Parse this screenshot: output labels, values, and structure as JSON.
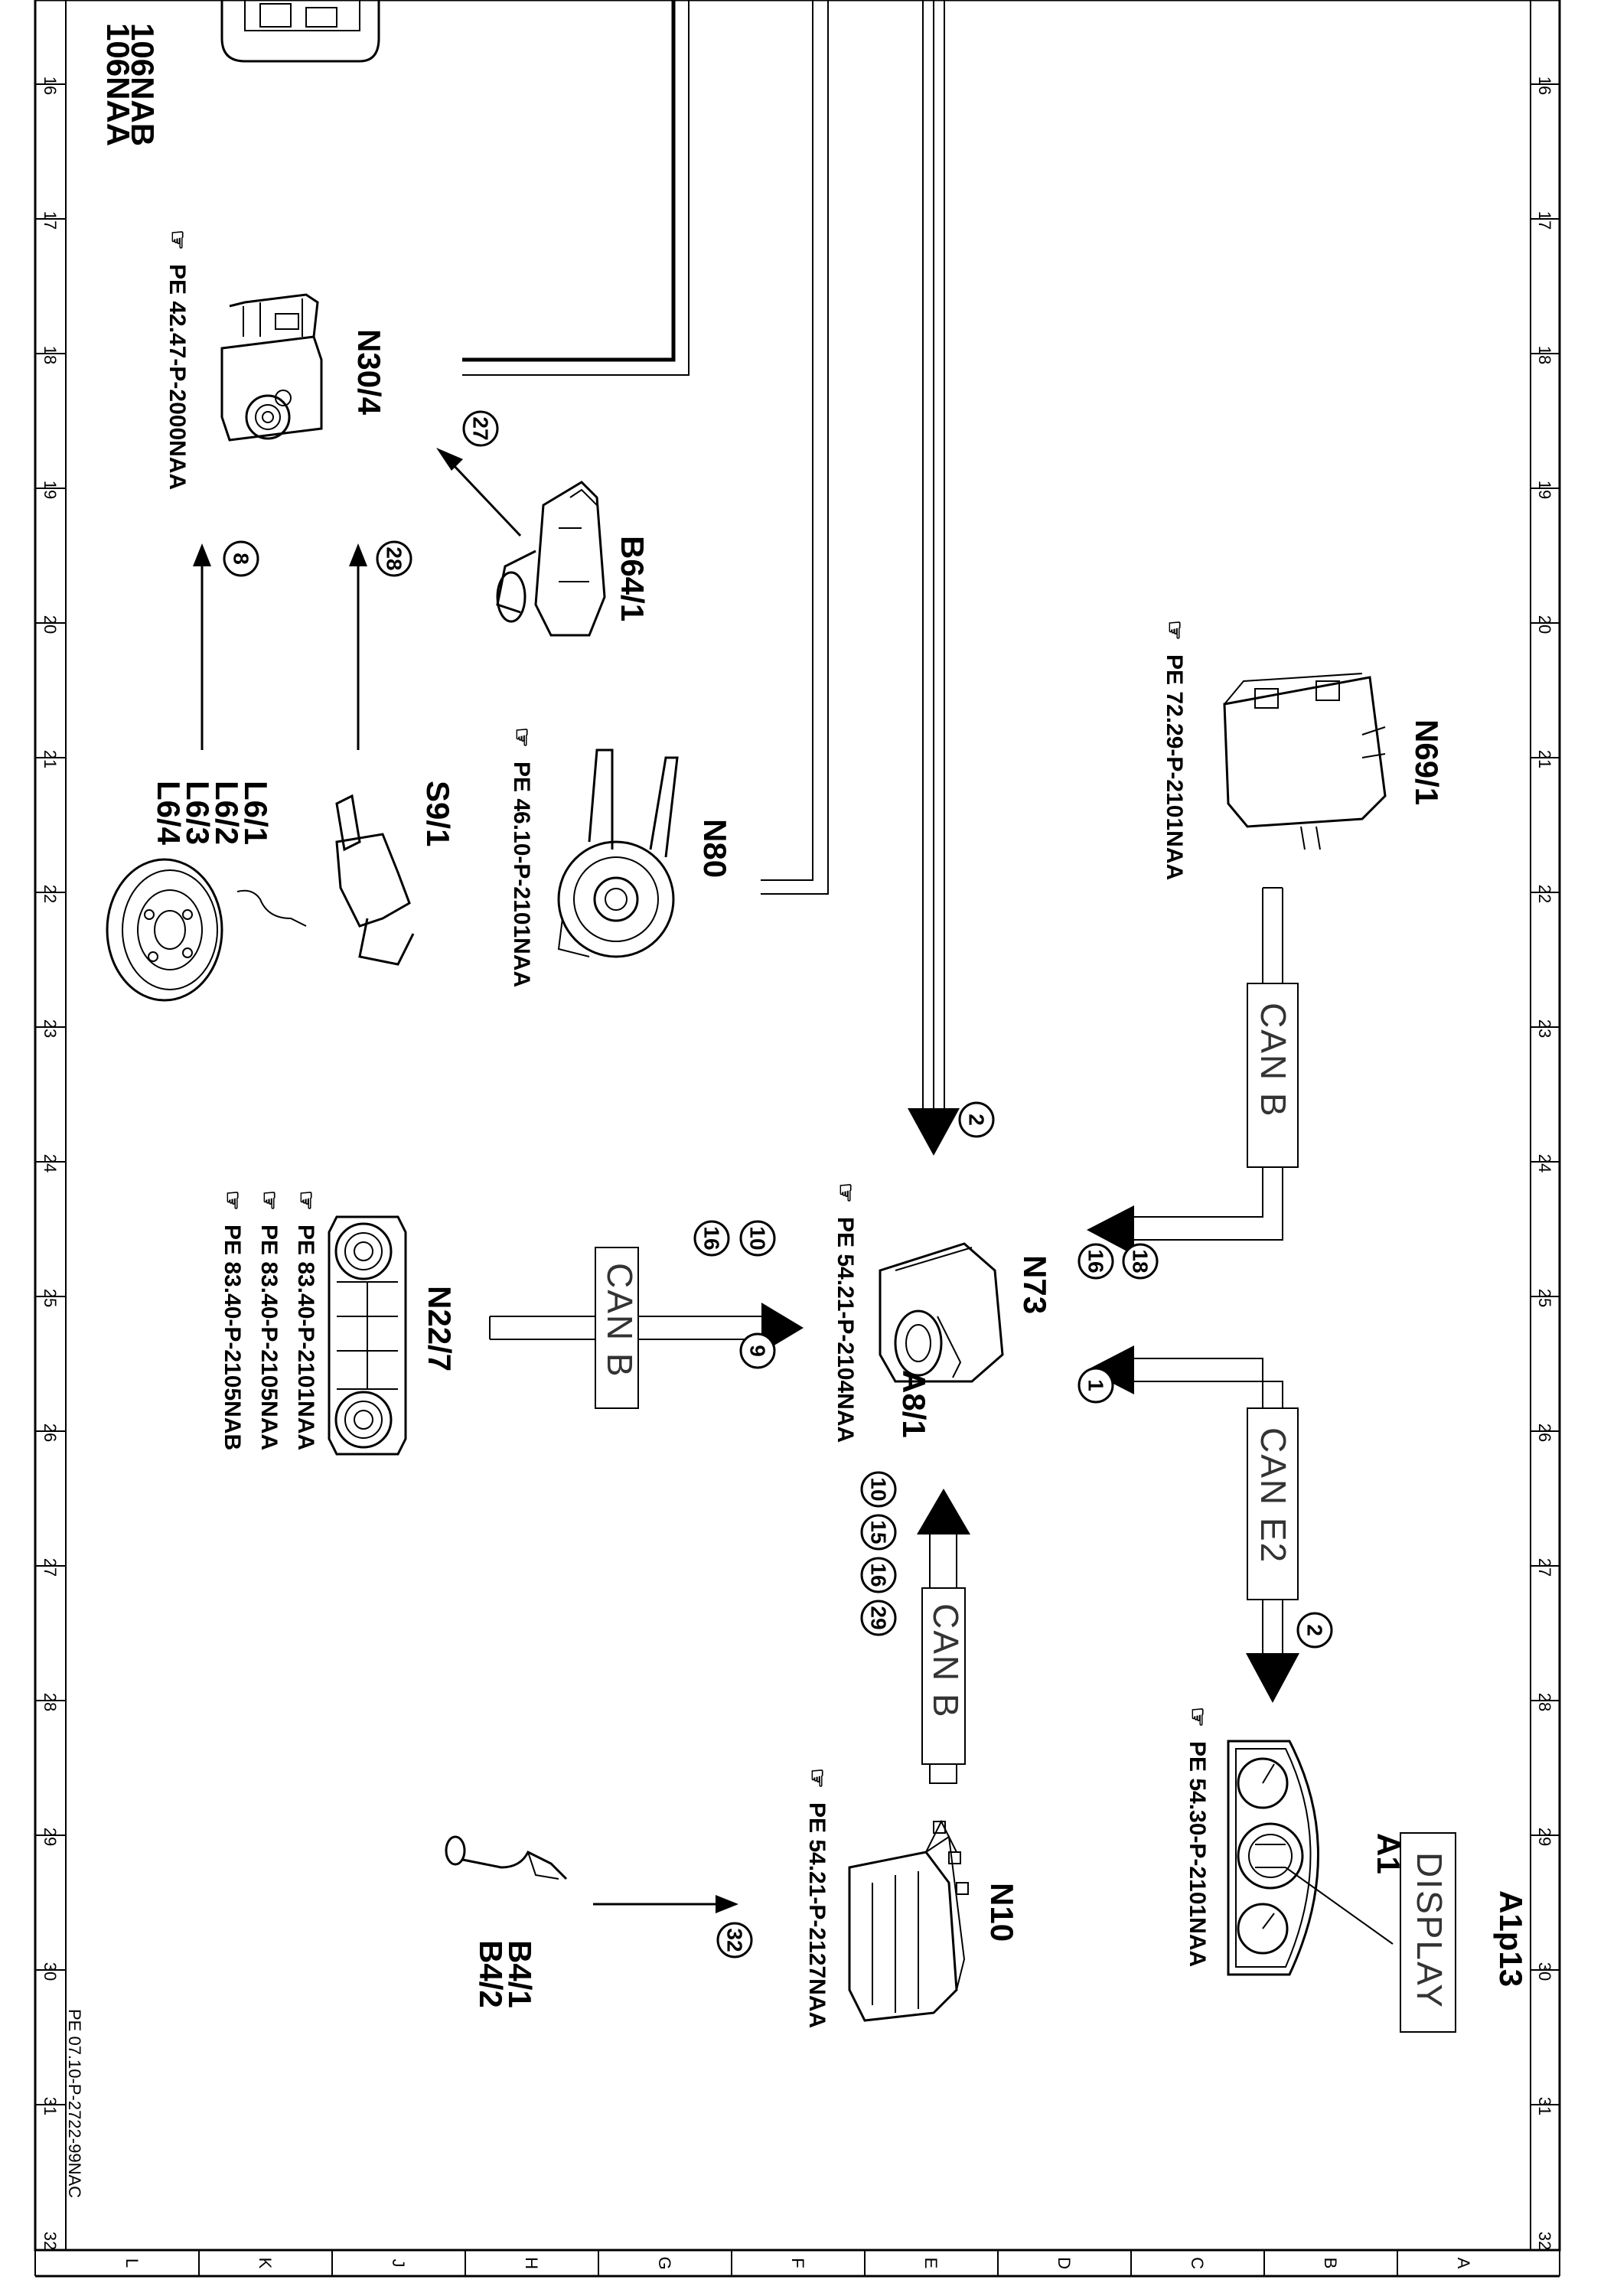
{
  "labels": {
    "top_refs_1": "106NAA",
    "top_refs_2": "106NAB",
    "n30_4": "N30/4",
    "n30_4_ref": "PE 42.47-P-2000NAA",
    "b64_1": "B64/1",
    "s9_1": "S9/1",
    "l6_1": "L6/1",
    "l6_2": "L6/2",
    "l6_3": "L6/3",
    "l6_4": "L6/4",
    "n80": "N80",
    "n80_ref": "PE 46.10-P-2101NAA",
    "n69_1": "N69/1",
    "n69_1_ref": "PE 72.29-P-2101NAA",
    "n73": "N73",
    "n73_ref": "PE 54.21-P-2104NAA",
    "a8_1": "A8/1",
    "n22_7": "N22/7",
    "n22_7_ref1": "PE 83.40-P-2101NAA",
    "n22_7_ref2": "PE 83.40-P-2105NAA",
    "n22_7_ref3": "PE 83.40-P-2105NAB",
    "a1": "A1",
    "a1p13": "A1p13",
    "display": "DISPLAY",
    "a1_ref": "PE 54.30-P-2101NAA",
    "n10": "N10",
    "n10_ref": "PE 54.21-P-2127NAA",
    "b4_1": "B4/1",
    "b4_2": "B4/2",
    "doc_ref": "PE 07.10-P-2722-99NAC"
  },
  "bus": {
    "can_b_1": "CAN B",
    "can_b_2": "CAN B",
    "can_b_3": "CAN B",
    "can_e2": "CAN E2"
  },
  "circles": {
    "c27": "27",
    "c28": "28",
    "c8": "8",
    "c2a": "2",
    "c18": "18",
    "c16a": "16",
    "c1": "1",
    "c10a": "10",
    "c16b": "16",
    "c9": "9",
    "c10b": "10",
    "c15": "15",
    "c16c": "16",
    "c29": "29",
    "c2b": "2",
    "c32": "32"
  },
  "grid": {
    "rows": [
      "16",
      "17",
      "18",
      "19",
      "20",
      "21",
      "22",
      "23",
      "24",
      "25",
      "26",
      "27",
      "28",
      "29",
      "30",
      "31",
      "32"
    ],
    "cols": [
      "L",
      "K",
      "J",
      "H",
      "G",
      "F",
      "E",
      "D",
      "C",
      "B",
      "A"
    ]
  }
}
